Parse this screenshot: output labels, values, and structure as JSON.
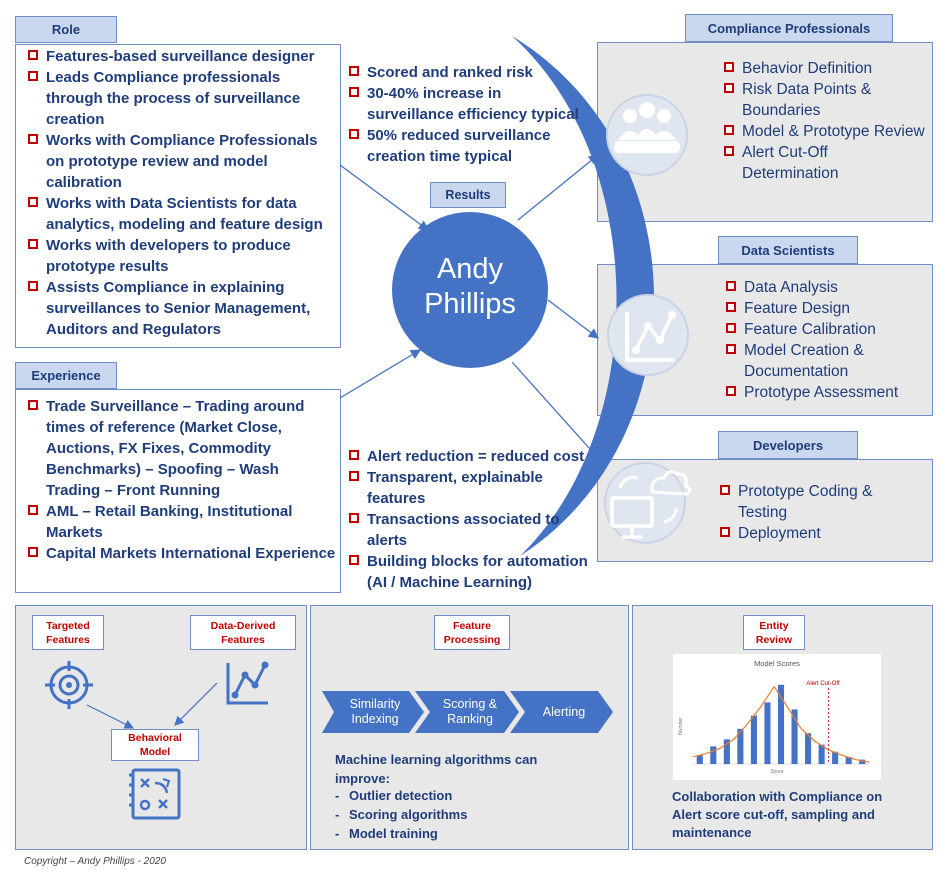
{
  "role": {
    "tab": "Role",
    "items": [
      "Features-based surveillance designer",
      "Leads Compliance professionals through the process of  surveillance creation",
      "Works with Compliance Professionals on prototype review and model calibration",
      "Works with Data Scientists for data analytics, modeling and feature design",
      "Works with developers to produce prototype results",
      "Assists Compliance in explaining surveillances to Senior Management, Auditors and Regulators"
    ]
  },
  "experience": {
    "tab": "Experience",
    "items": [
      "Trade Surveillance – Trading around times of reference (Market Close, Auctions, FX Fixes, Commodity Benchmarks) – Spoofing – Wash Trading – Front Running",
      "AML – Retail Banking, Institutional Markets",
      "Capital Markets International Experience"
    ]
  },
  "results": {
    "label": "Results",
    "top": [
      "Scored and ranked risk",
      "30-40% increase in surveillance efficiency typical",
      "50% reduced surveillance creation time typical"
    ],
    "bottom": [
      "Alert reduction = reduced cost",
      "Transparent, explainable features",
      "Transactions associated to alerts",
      "Building blocks for automation (AI / Machine Learning)"
    ]
  },
  "center": {
    "name": "Andy Phillips"
  },
  "compliance": {
    "tab": "Compliance Professionals",
    "items": [
      "Behavior Definition",
      "Risk Data Points & Boundaries",
      "Model & Prototype Review",
      "Alert Cut-Off Determination"
    ]
  },
  "data_scientists": {
    "tab": "Data Scientists",
    "items": [
      "Data Analysis",
      "Feature Design",
      "Feature Calibration",
      "Model Creation & Documentation",
      "Prototype Assessment"
    ]
  },
  "developers": {
    "tab": "Developers",
    "items": [
      "Prototype Coding & Testing",
      "Deployment"
    ]
  },
  "bottom_left": {
    "targeted": "Targeted Features",
    "data_derived": "Data-Derived Features",
    "behavioral": "Behavioral Model"
  },
  "bottom_mid": {
    "label": "Feature Processing",
    "steps": [
      "Similarity Indexing",
      "Scoring & Ranking",
      "Alerting"
    ],
    "ml_intro": "Machine learning algorithms can improve:",
    "ml_items": [
      "Outlier detection",
      "Scoring algorithms",
      "Model training"
    ]
  },
  "bottom_right": {
    "label": "Entity Review",
    "caption": "Collaboration with Compliance on Alert score cut-off, sampling and maintenance"
  },
  "chart_data": {
    "type": "bar",
    "title": "Model Scores",
    "xlabel": "Score",
    "ylabel": "Number",
    "annotation": "Alert Cut-Off",
    "cutoff_after_index": 10,
    "values": [
      10,
      20,
      28,
      40,
      55,
      70,
      90,
      62,
      35,
      22,
      14,
      8,
      5
    ],
    "ylim": [
      0,
      100
    ],
    "trend": [
      8,
      12,
      18,
      28,
      45,
      65,
      88,
      64,
      40,
      26,
      16,
      10,
      5,
      2
    ],
    "colors": {
      "bar": "#4472c4",
      "line": "#ed7d31",
      "cutoff": "#c00000"
    }
  },
  "copyright": "Copyright – Andy Phillips - 2020",
  "colors": {
    "accent": "#4472c4",
    "text": "#1f3d7a",
    "red": "#c00000",
    "tab": "#c9d7ef"
  }
}
